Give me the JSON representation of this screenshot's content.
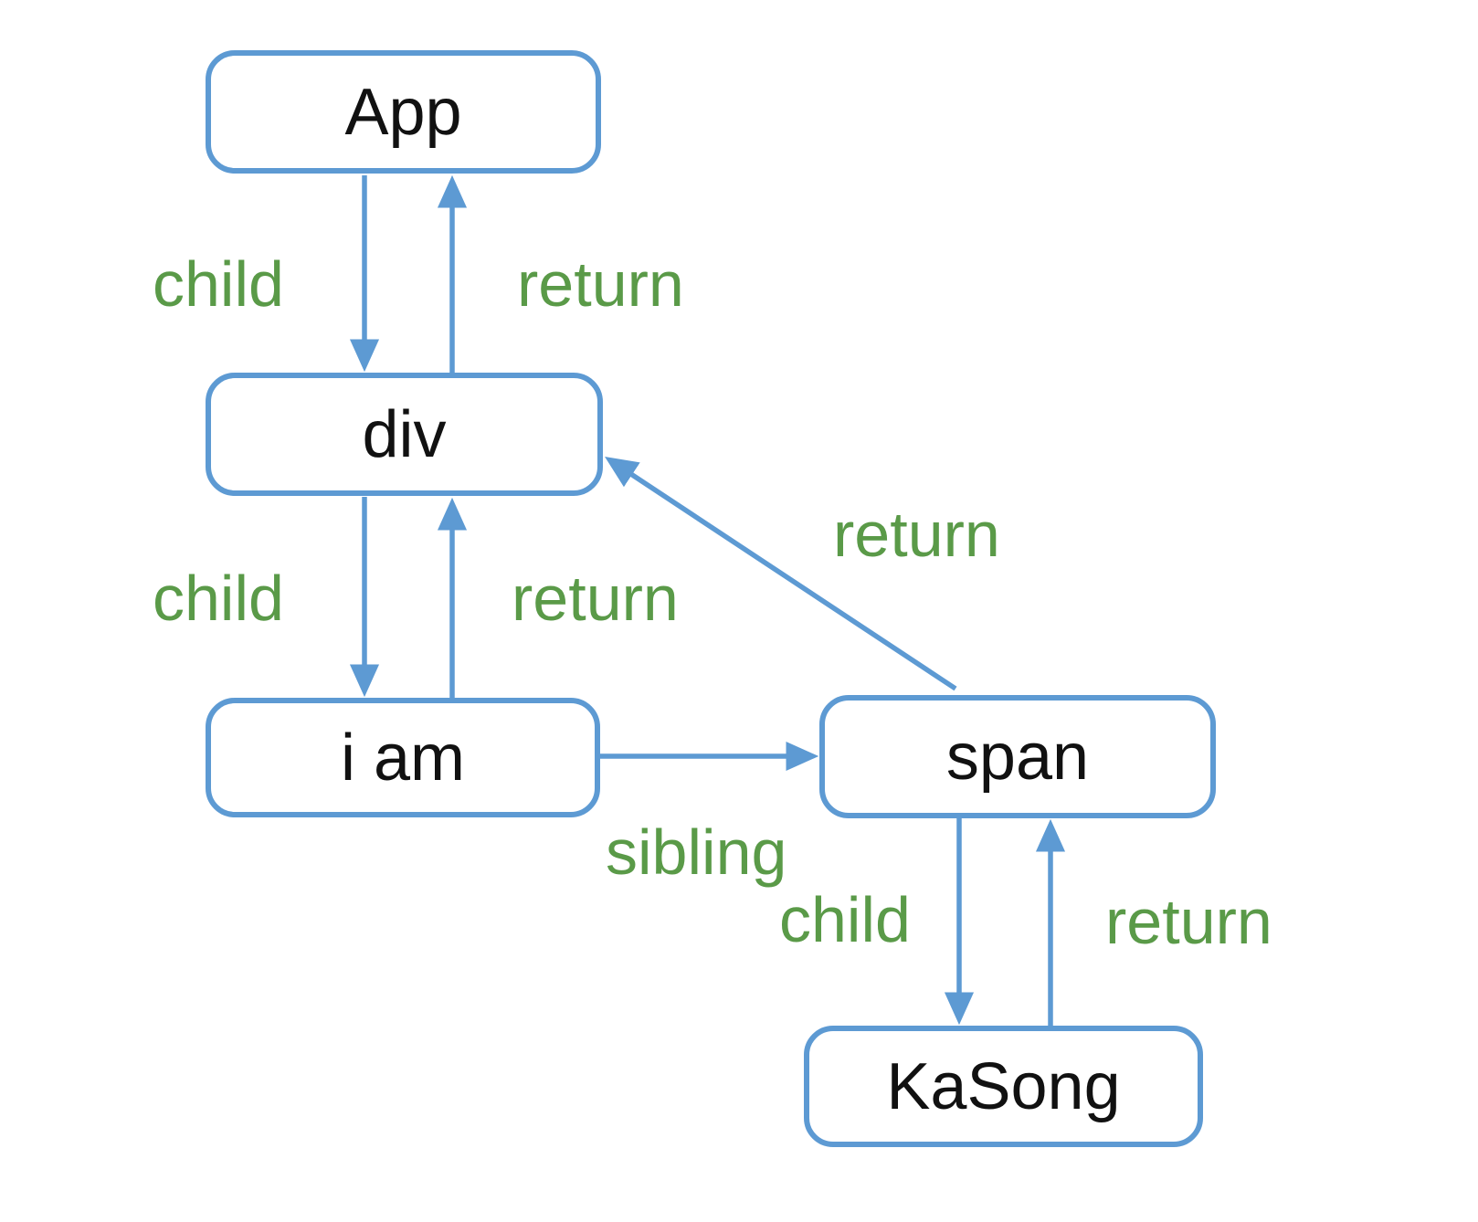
{
  "diagram": {
    "colors": {
      "node_border": "#5d9ad3",
      "arrow": "#5d9ad3",
      "edge_label": "#5a9a48",
      "node_text": "#111111",
      "background": "#ffffff"
    },
    "nodes": [
      {
        "id": "app",
        "label": "App"
      },
      {
        "id": "div",
        "label": "div"
      },
      {
        "id": "i-am",
        "label": "i am"
      },
      {
        "id": "span",
        "label": "span"
      },
      {
        "id": "kasong",
        "label": "KaSong"
      }
    ],
    "edges": [
      {
        "from": "App",
        "to": "div",
        "label": "child"
      },
      {
        "from": "div",
        "to": "App",
        "label": "return"
      },
      {
        "from": "div",
        "to": "i am",
        "label": "child"
      },
      {
        "from": "i am",
        "to": "div",
        "label": "return"
      },
      {
        "from": "span",
        "to": "div",
        "label": "return"
      },
      {
        "from": "i am",
        "to": "span",
        "label": "sibling"
      },
      {
        "from": "span",
        "to": "KaSong",
        "label": "child"
      },
      {
        "from": "KaSong",
        "to": "span",
        "label": "return"
      }
    ]
  }
}
